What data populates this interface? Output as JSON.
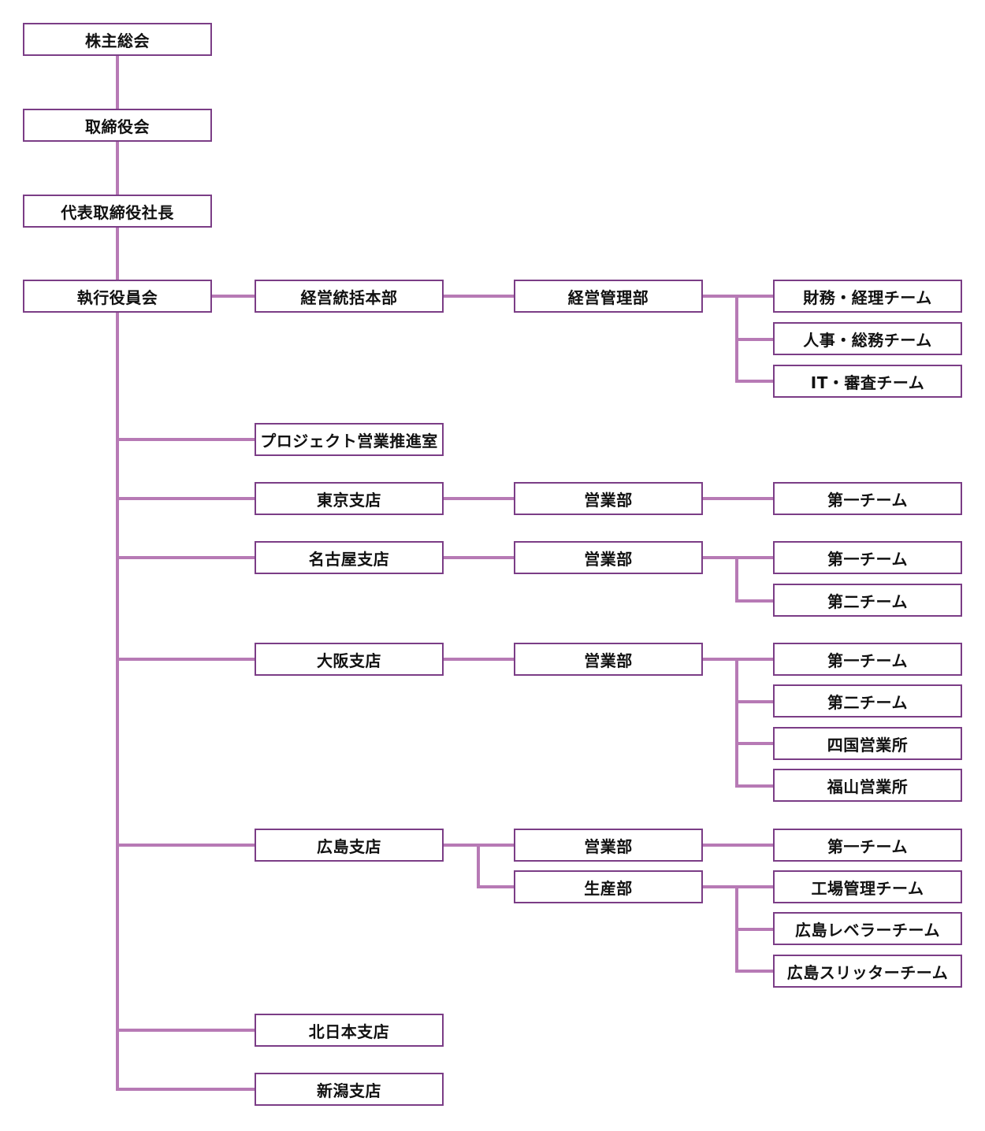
{
  "colors": {
    "connector": "#b77ab5",
    "box_border": "#7b3d86",
    "text": "#111111"
  },
  "governance": {
    "shareholders_meeting": "株主総会",
    "board_of_directors": "取締役会",
    "president": "代表取締役社長",
    "executive_committee": "執行役員会"
  },
  "headquarters": {
    "name": "経営統括本部",
    "dept": "経営管理部",
    "teams": [
      "財務・経理チーム",
      "人事・総務チーム",
      "IT・審査チーム"
    ]
  },
  "project_office": "プロジェクト営業推進室",
  "tokyo": {
    "name": "東京支店",
    "dept": "営業部",
    "teams": [
      "第一チーム"
    ]
  },
  "nagoya": {
    "name": "名古屋支店",
    "dept": "営業部",
    "teams": [
      "第一チーム",
      "第二チーム"
    ]
  },
  "osaka": {
    "name": "大阪支店",
    "dept": "営業部",
    "teams": [
      "第一チーム",
      "第二チーム",
      "四国営業所",
      "福山営業所"
    ]
  },
  "hiroshima": {
    "name": "広島支店",
    "sales_dept": "営業部",
    "sales_teams": [
      "第一チーム"
    ],
    "production_dept": "生産部",
    "production_teams": [
      "工場管理チーム",
      "広島レベラーチーム",
      "広島スリッターチーム"
    ]
  },
  "north_japan": {
    "name": "北日本支店"
  },
  "niigata": {
    "name": "新潟支店"
  }
}
